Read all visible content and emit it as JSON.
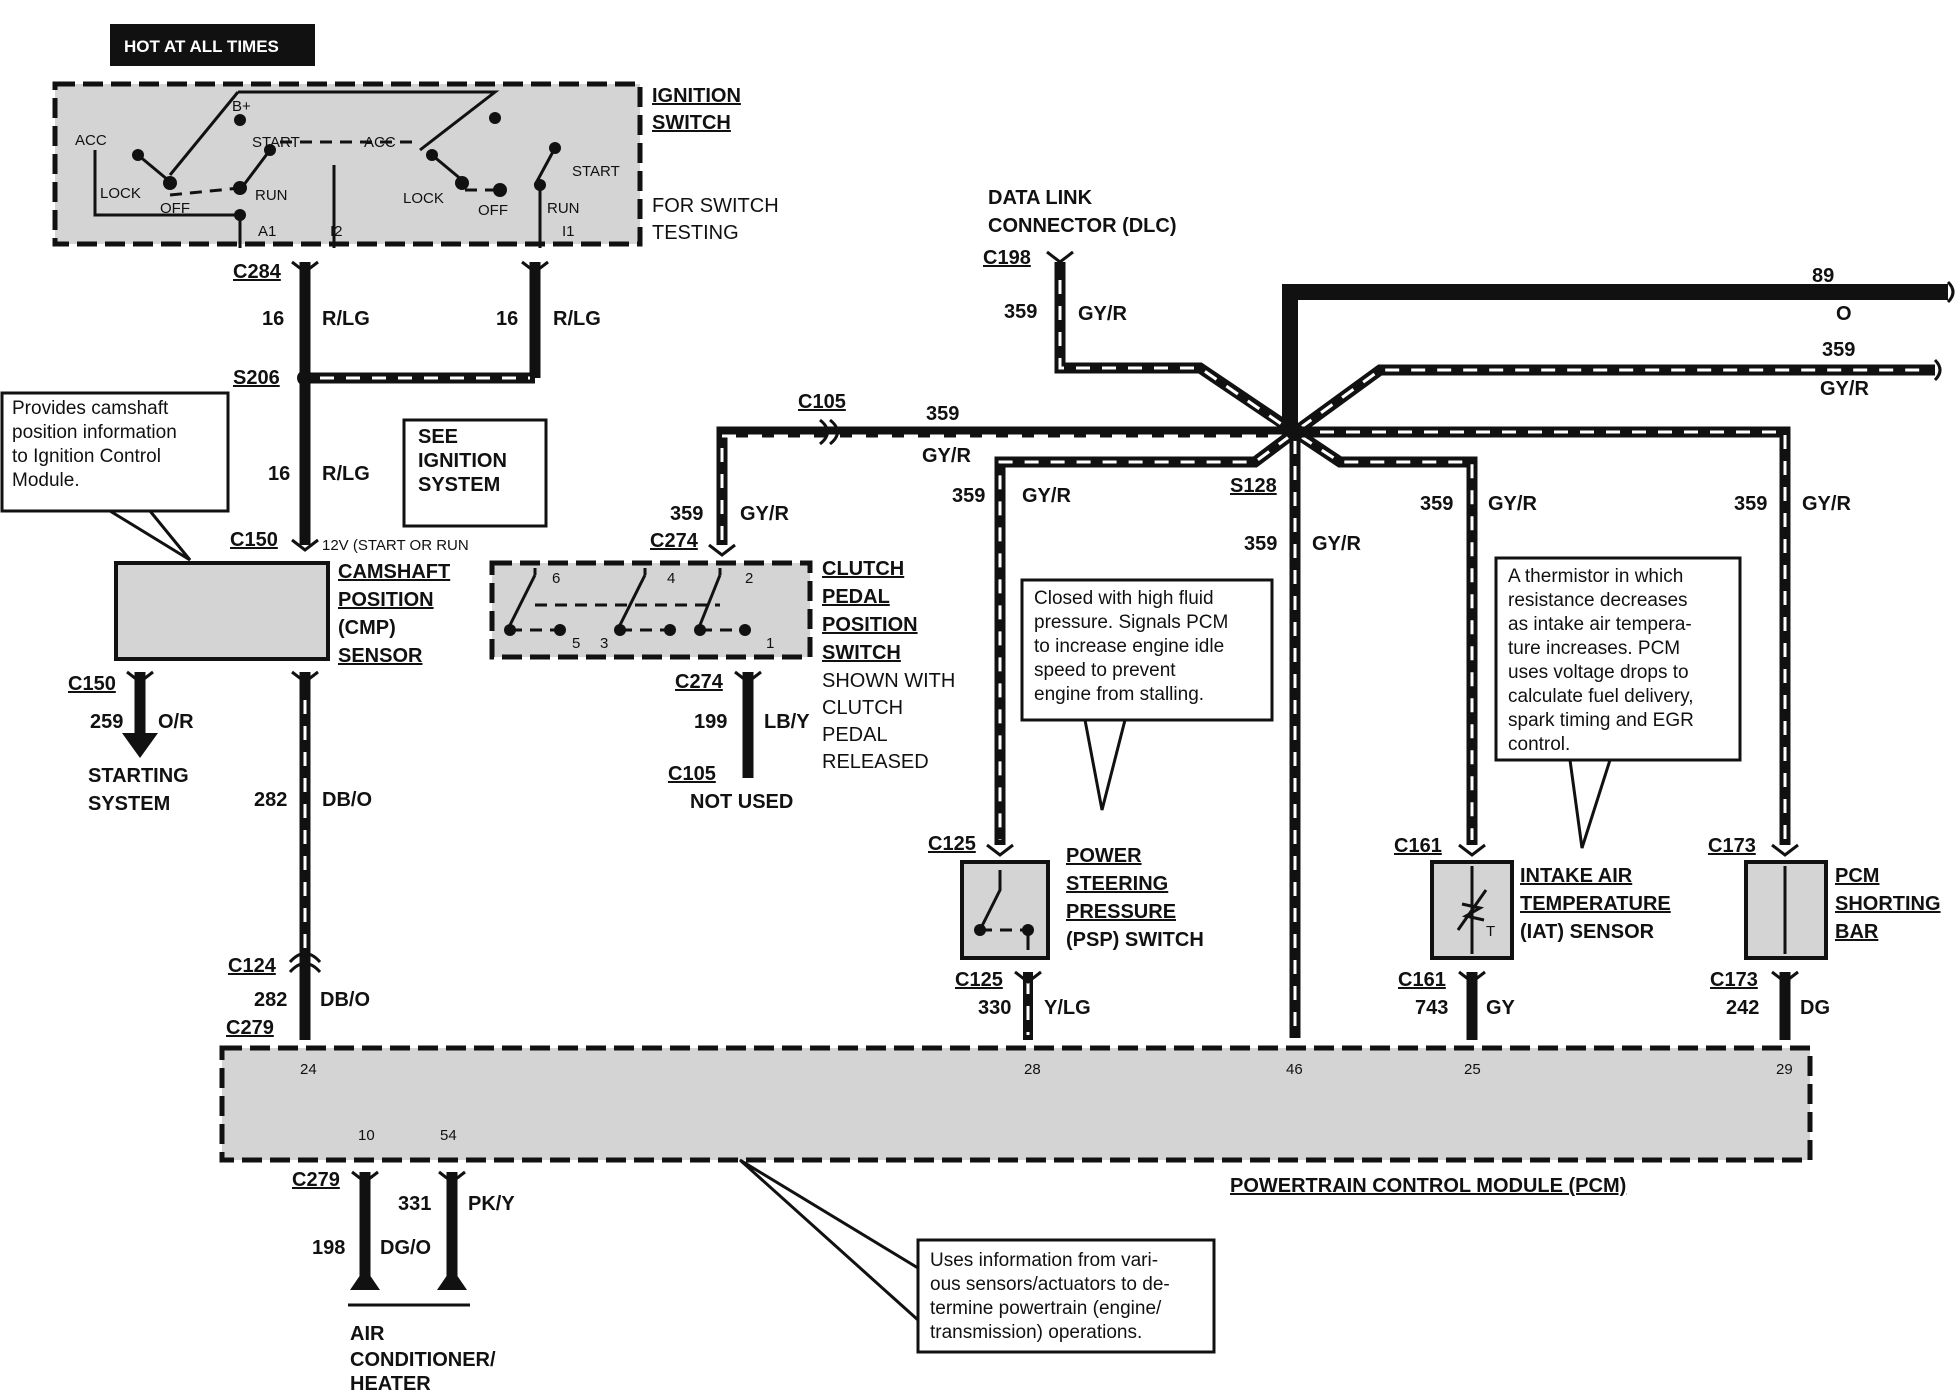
{
  "hot_label": "HOT AT ALL TIMES",
  "ignition": {
    "title_line1": "IGNITION",
    "title_line2": "SWITCH",
    "note_line1": "FOR SWITCH",
    "note_line2": "TESTING",
    "labels": {
      "acc1": "ACC",
      "lock1": "LOCK",
      "off1": "OFF",
      "run1": "RUN",
      "bplus": "B+",
      "start1": "START",
      "acc2": "ACC",
      "lock2": "LOCK",
      "off2": "OFF",
      "run2": "RUN",
      "start2": "START",
      "a1": "A1",
      "i2": "I2",
      "i1": "I1"
    }
  },
  "connectors": {
    "c284": "C284",
    "s206": "S206",
    "c150_top": "C150",
    "c150_left": "C150",
    "c124": "C124",
    "c279_top": "C279",
    "c279_bottom": "C279",
    "c105_top": "C105",
    "c274_top": "C274",
    "c274_bottom": "C274",
    "c105_bottom": "C105",
    "c198": "C198",
    "s128": "S128",
    "c125_top": "C125",
    "c125_bottom": "C125",
    "c161_top": "C161",
    "c161_bottom": "C161",
    "c173_top": "C173",
    "c173_bottom": "C173"
  },
  "wires": {
    "w16a_num": "16",
    "w16a_col": "R/LG",
    "w16b_num": "16",
    "w16b_col": "R/LG",
    "w16c_num": "16",
    "w16c_col": "R/LG",
    "v12": "12V (START OR RUN",
    "w259_num": "259",
    "w259_col": "O/R",
    "w282a_num": "282",
    "w282a_col": "DB/O",
    "w282b_num": "282",
    "w282b_col": "DB/O",
    "w359_dlc_num": "359",
    "w359_dlc_col": "GY/R",
    "w89_num": "89",
    "w89_col": "O",
    "w359_right_num": "359",
    "w359_right_col": "GY/R",
    "w359_c105_num": "359",
    "w359_c105_col": "GY/R",
    "w359_c274_num": "359",
    "w359_c274_col": "GY/R",
    "w359_psp_num": "359",
    "w359_psp_col": "GY/R",
    "w359_pcm_num": "359",
    "w359_pcm_col": "GY/R",
    "w359_iat_num": "359",
    "w359_iat_col": "GY/R",
    "w359_bar_num": "359",
    "w359_bar_col": "GY/R",
    "w199_num": "199",
    "w199_col": "LB/Y",
    "w330_num": "330",
    "w330_col": "Y/LG",
    "w743_num": "743",
    "w743_col": "GY",
    "w242_num": "242",
    "w242_col": "DG",
    "w331_num": "331",
    "w331_col": "PK/Y",
    "w198_num": "198",
    "w198_col": "DG/O"
  },
  "see_ignition": [
    "SEE",
    "IGNITION",
    "SYSTEM"
  ],
  "cmp": {
    "line1": "CAMSHAFT",
    "line2": "POSITION",
    "line3": "(CMP)",
    "line4": "SENSOR"
  },
  "cmp_note": [
    "Provides   camshaft",
    "position information",
    "to  Ignition  Control",
    "Module."
  ],
  "starting": [
    "STARTING",
    "SYSTEM"
  ],
  "clutch": {
    "title": [
      "CLUTCH",
      "PEDAL",
      "POSITION",
      "SWITCH"
    ],
    "shown": [
      "SHOWN WITH",
      "CLUTCH",
      "PEDAL",
      "RELEASED"
    ],
    "pins": [
      "6",
      "4",
      "2",
      "5",
      "3",
      "1"
    ],
    "not_used": "NOT USED"
  },
  "dlc": [
    "DATA LINK",
    "CONNECTOR (DLC)"
  ],
  "psp_note": [
    "Closed with high fluid",
    "pressure. Signals PCM",
    "to increase engine idle",
    "speed to prevent",
    "engine from stalling."
  ],
  "psp": [
    "POWER",
    "STEERING",
    "PRESSURE",
    "(PSP) SWITCH"
  ],
  "iat_note": [
    "A thermistor in which",
    "resistance   decreases",
    "as intake air tempera-",
    "ture  increases.  PCM",
    "uses voltage drops to",
    "calculate fuel delivery,",
    "spark timing and EGR",
    "control."
  ],
  "iat": [
    "INTAKE AIR",
    "TEMPERATURE",
    "(IAT) SENSOR"
  ],
  "iat_t": "T",
  "bar": [
    "PCM",
    "SHORTING",
    "BAR"
  ],
  "pcm": {
    "title": "POWERTRAIN CONTROL MODULE (PCM)",
    "pins": [
      "24",
      "28",
      "46",
      "25",
      "29",
      "10",
      "54"
    ]
  },
  "pcm_note": [
    "Uses information from vari-",
    "ous sensors/actuators to de-",
    "termine powertrain (engine/",
    "transmission) operations."
  ],
  "ac": [
    "AIR",
    "CONDITIONER/",
    "HEATER"
  ]
}
